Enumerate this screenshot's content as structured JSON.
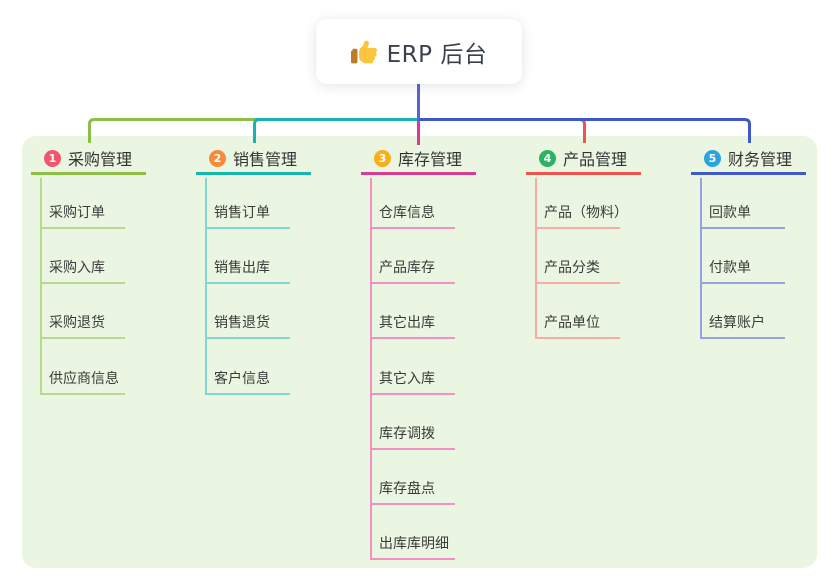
{
  "root": {
    "label": "ERP 后台",
    "icon": "thumbs-up-icon",
    "stem_color": "#5465D1"
  },
  "panel": {
    "background": "#EAF6E2"
  },
  "branches": [
    {
      "badge": "1",
      "badge_color": "#F2566E",
      "label": "采购管理",
      "line_color": "#8CBE45",
      "child_line_color": "#B5DB8C",
      "children": [
        "采购订单",
        "采购入库",
        "采购退货",
        "供应商信息"
      ]
    },
    {
      "badge": "2",
      "badge_color": "#F88B39",
      "label": "销售管理",
      "line_color": "#14B5B0",
      "child_line_color": "#82D6D2",
      "children": [
        "销售订单",
        "销售出库",
        "销售退货",
        "客户信息"
      ]
    },
    {
      "badge": "3",
      "badge_color": "#FAAE17",
      "label": "库存管理",
      "line_color": "#D63C92",
      "child_line_color": "#F291C5",
      "children": [
        "仓库信息",
        "产品库存",
        "其它出库",
        "其它入库",
        "库存调拨",
        "库存盘点",
        "出库库明细"
      ]
    },
    {
      "badge": "4",
      "badge_color": "#2EB263",
      "label": "产品管理",
      "line_color": "#F0534E",
      "child_line_color": "#F9ABA4",
      "children": [
        "产品（物料）",
        "产品分类",
        "产品单位"
      ]
    },
    {
      "badge": "5",
      "badge_color": "#29A4DF",
      "label": "财务管理",
      "line_color": "#4159C8",
      "child_line_color": "#93A2E0",
      "children": [
        "回款单",
        "付款单",
        "结算账户"
      ]
    }
  ]
}
